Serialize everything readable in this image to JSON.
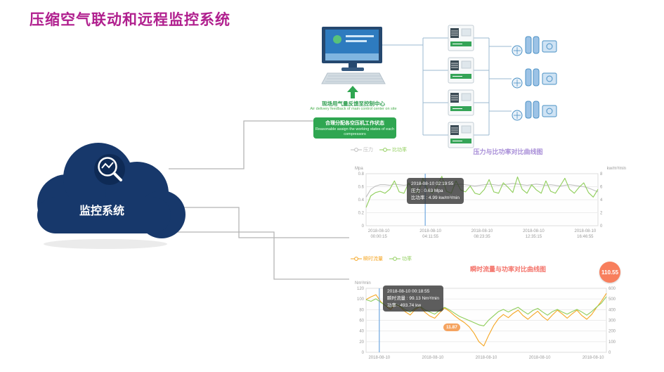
{
  "page": {
    "title": "压缩空气联动和远程监控系统",
    "title_color": "#b01f8e"
  },
  "cloud": {
    "label": "监控系统",
    "color": "#17386b"
  },
  "diagram": {
    "feedback_cn": "现场用气量反馈至控制中心",
    "feedback_en": "Air delivery feedback of main control center on site",
    "assign_cn": "合理分配各空压机工作状态",
    "assign_en": "Reasonable assign the working states of each compressors"
  },
  "chart_data": [
    {
      "type": "line",
      "title": "压力与比功率对比曲线图",
      "title_color": "#a98fd8",
      "legend": [
        {
          "label": "压力",
          "color": "#bdbdbd"
        },
        {
          "label": "比功率",
          "color": "#8fce5a"
        }
      ],
      "left_axis": {
        "label": "Mpa",
        "min": 0,
        "max": 0.8,
        "ticks": [
          "0.8",
          "0.6",
          "0.4",
          "0.2",
          "0"
        ]
      },
      "right_axis": {
        "label": "kw/m³/min",
        "min": 0,
        "max": 8,
        "ticks": [
          "8",
          "6",
          "4",
          "2",
          "0"
        ]
      },
      "x_labels": [
        [
          "2018-08-10",
          "00:00:15"
        ],
        [
          "2018-08-10",
          "04:11:55"
        ],
        [
          "2018-08-10",
          "08:23:35"
        ],
        [
          "2018-08-10",
          "12:35:15"
        ],
        [
          "2018-08-10",
          "16:46:55"
        ]
      ],
      "grid": true,
      "legend_position": "top-left",
      "series": [
        {
          "name": "压力",
          "axis": "left",
          "color": "#c0c0c0",
          "values": [
            0.44,
            0.56,
            0.61,
            0.63,
            0.63,
            0.62,
            0.64,
            0.63,
            0.62,
            0.63,
            0.64,
            0.63,
            0.62,
            0.63,
            0.64,
            0.65,
            0.64,
            0.63,
            0.62,
            0.63,
            0.64,
            0.63,
            0.62,
            0.61,
            0.62,
            0.63,
            0.64,
            0.63,
            0.62,
            0.63,
            0.64,
            0.65,
            0.64,
            0.63,
            0.62,
            0.63,
            0.64,
            0.63,
            0.62,
            0.63,
            0.62,
            0.61,
            0.62,
            0.63,
            0.62,
            0.61,
            0.6,
            0.58,
            0.55,
            0.52
          ]
        },
        {
          "name": "比功率",
          "axis": "right",
          "color": "#8fce5a",
          "values": [
            2.8,
            4.6,
            5.1,
            5.3,
            4.99,
            5.6,
            6.9,
            5.2,
            5.0,
            6.6,
            5.4,
            5.0,
            7.3,
            5.6,
            5.0,
            6.1,
            7.6,
            5.3,
            5.0,
            6.9,
            5.5,
            5.2,
            6.1,
            5.0,
            4.8,
            5.6,
            7.1,
            5.2,
            5.0,
            6.6,
            5.9,
            5.1,
            7.5,
            5.6,
            5.0,
            6.3,
            5.5,
            5.0,
            6.9,
            5.3,
            5.0,
            6.1,
            7.3,
            5.6,
            5.0,
            5.9,
            6.6,
            5.1,
            4.4,
            5.6
          ]
        }
      ],
      "cursor_x_frac": 0.255,
      "tooltip": {
        "title": "2018-08-10 02:19:55",
        "lines": [
          "压力 : 0.63 Mpa",
          "比功率 : 4.99 kw/m³/min"
        ]
      }
    },
    {
      "type": "line",
      "title": "瞬时流量与功率对比曲线图",
      "title_color": "#f4736a",
      "legend": [
        {
          "label": "瞬时流量",
          "color": "#f5a623"
        },
        {
          "label": "功率",
          "color": "#8fce5a"
        }
      ],
      "left_axis": {
        "label": "Nm³/min",
        "min": 0,
        "max": 120,
        "ticks": [
          "120",
          "100",
          "80",
          "60",
          "40",
          "20",
          "0"
        ]
      },
      "right_axis": {
        "label": "",
        "min": 0,
        "max": 600,
        "ticks": [
          "600",
          "500",
          "400",
          "300",
          "200",
          "100",
          "0"
        ]
      },
      "x_labels": [
        [
          "2018-08-10",
          ""
        ],
        [
          "2018-08-10",
          ""
        ],
        [
          "2018-08-10",
          ""
        ],
        [
          "2018-08-10",
          ""
        ],
        [
          "2018-08-10",
          ""
        ]
      ],
      "grid": true,
      "legend_position": "top-left",
      "series": [
        {
          "name": "瞬时流量",
          "axis": "left",
          "color": "#f5a623",
          "values": [
            99.13,
            104,
            108,
            95,
            87,
            80,
            90,
            85,
            76,
            70,
            80,
            86,
            75,
            68,
            64,
            74,
            83,
            77,
            69,
            62,
            56,
            48,
            36,
            20,
            11.87,
            32,
            50,
            63,
            71,
            65,
            73,
            79,
            69,
            62,
            70,
            77,
            67,
            60,
            70,
            79,
            72,
            64,
            72,
            79,
            69,
            62,
            71,
            84,
            96,
            110.55
          ]
        },
        {
          "name": "功率",
          "axis": "right",
          "color": "#8fce5a",
          "values": [
            493.74,
            478,
            502,
            468,
            438,
            418,
            452,
            430,
            398,
            378,
            412,
            432,
            398,
            378,
            358,
            392,
            422,
            398,
            368,
            338,
            318,
            298,
            278,
            258,
            248,
            302,
            342,
            382,
            402,
            378,
            402,
            422,
            388,
            358,
            392,
            412,
            378,
            348,
            382,
            402,
            378,
            358,
            382,
            402,
            378,
            348,
            382,
            424,
            462,
            522
          ]
        }
      ],
      "cursor_x_frac": 0.055,
      "tooltip": {
        "title": "2018-08-10 00:18:55",
        "lines": [
          "瞬时流量 : 99.13 Nm³/min",
          "功率 : 493.74 kw"
        ]
      },
      "badges": {
        "max": "110.55",
        "min": "11.87"
      }
    }
  ]
}
